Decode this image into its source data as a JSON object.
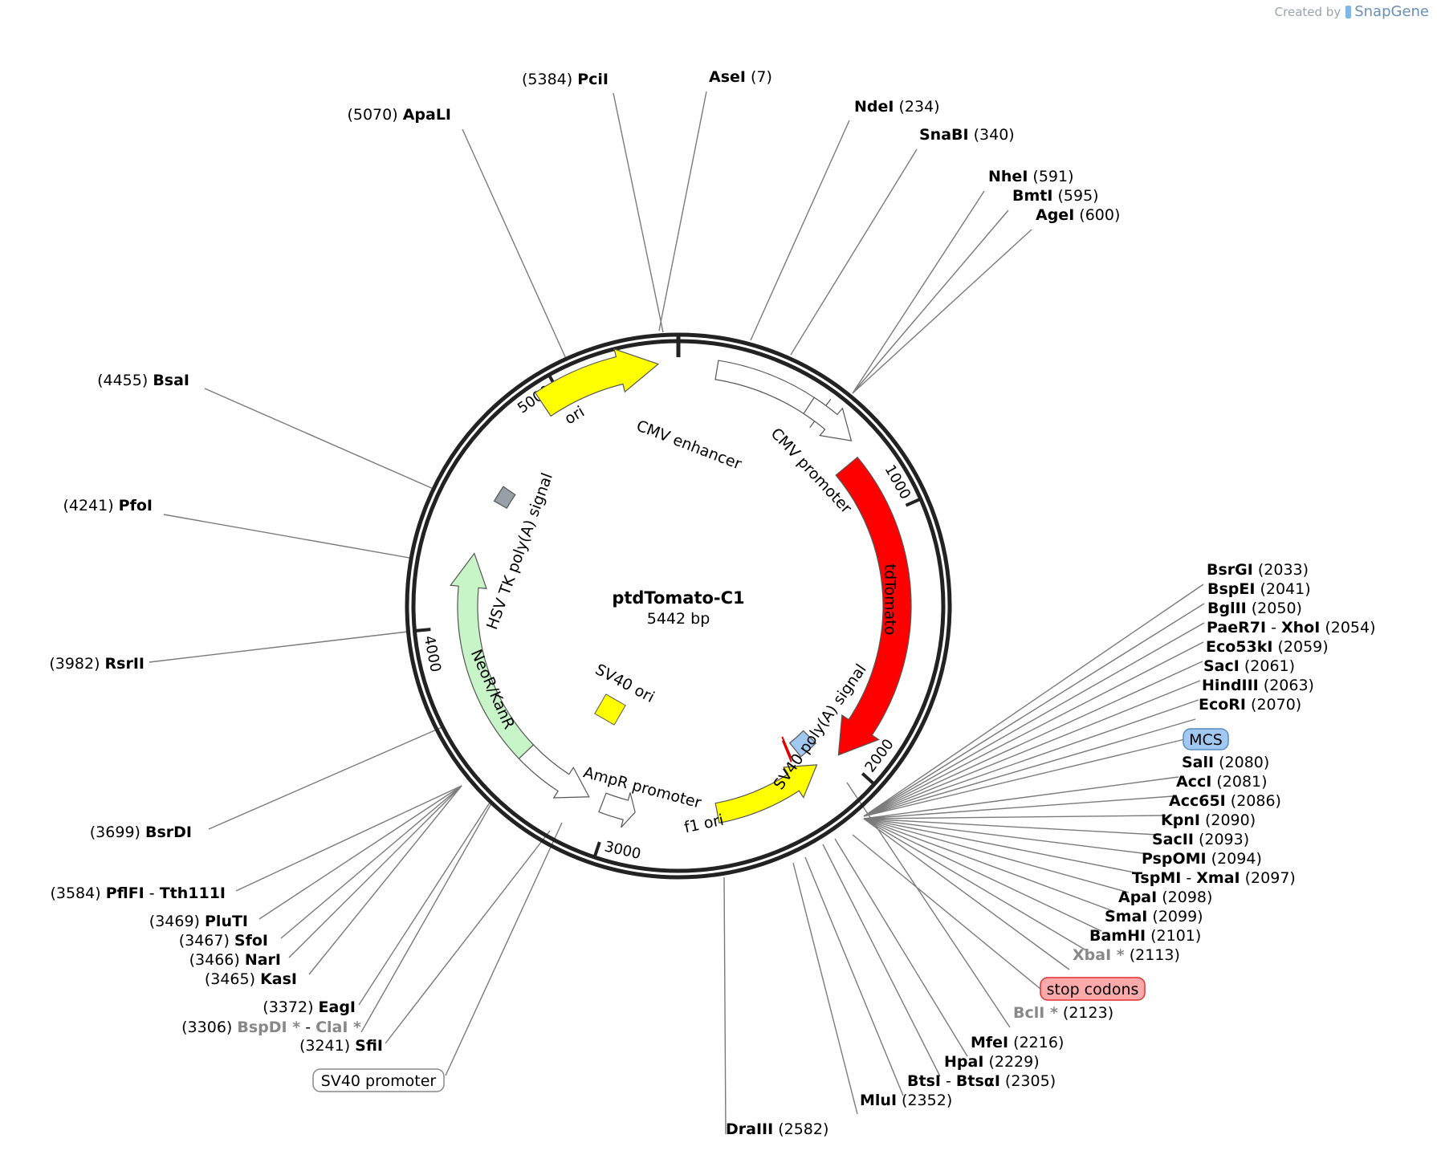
{
  "watermark": {
    "created_by": "Created by",
    "brand": "SnapGene"
  },
  "plasmid": {
    "name": "ptdTomato-C1",
    "size_label": "5442 bp",
    "length": 5442
  },
  "ticks": [
    1000,
    2000,
    3000,
    4000,
    5000
  ],
  "tick_labels": [
    "1000",
    "2000",
    "3000",
    "4000",
    "5000"
  ],
  "features": [
    {
      "label": "tdTomato",
      "color": "#ff0000",
      "type": "arrow"
    },
    {
      "label": "CMV enhancer",
      "color": "#ffffff",
      "type": "arrow"
    },
    {
      "label": "CMV promoter",
      "color": "#ffffff",
      "type": "arrow"
    },
    {
      "label": "SV40 poly(A) signal",
      "color": "#a0c8f0",
      "type": "box"
    },
    {
      "label": "f1 ori",
      "color": "#ffff00",
      "type": "arrow"
    },
    {
      "label": "AmpR promoter",
      "color": "#ffffff",
      "type": "arrow"
    },
    {
      "label": "SV40 ori",
      "color": "#ffff00",
      "type": "box"
    },
    {
      "label": "NeoR/KanR",
      "color": "#c8f5c8",
      "type": "arrow"
    },
    {
      "label": "HSV TK poly(A) signal",
      "color": "#999fa6",
      "type": "box"
    },
    {
      "label": "ori",
      "color": "#ffff00",
      "type": "arrow"
    }
  ],
  "site_labels": [
    {
      "name": "AseI",
      "pos": "(7)"
    },
    {
      "name": "NdeI",
      "pos": "(234)"
    },
    {
      "name": "SnaBI",
      "pos": "(340)"
    },
    {
      "name": "NheI",
      "pos": "(591)"
    },
    {
      "name": "BmtI",
      "pos": "(595)"
    },
    {
      "name": "AgeI",
      "pos": "(600)"
    },
    {
      "name": "BsrGI",
      "pos": "(2033)"
    },
    {
      "name": "BspEI",
      "pos": "(2041)"
    },
    {
      "name": "BglII",
      "pos": "(2050)"
    },
    {
      "name": "PaeR7I",
      "name2": "XhoI",
      "pos": "(2054)"
    },
    {
      "name": "Eco53kI",
      "pos": "(2059)"
    },
    {
      "name": "SacI",
      "pos": "(2061)"
    },
    {
      "name": "HindIII",
      "pos": "(2063)"
    },
    {
      "name": "EcoRI",
      "pos": "(2070)"
    },
    {
      "name": "SalI",
      "pos": "(2080)"
    },
    {
      "name": "AccI",
      "pos": "(2081)"
    },
    {
      "name": "Acc65I",
      "pos": "(2086)"
    },
    {
      "name": "KpnI",
      "pos": "(2090)"
    },
    {
      "name": "SacII",
      "pos": "(2093)"
    },
    {
      "name": "PspOMI",
      "pos": "(2094)"
    },
    {
      "name": "TspMI",
      "name2": "XmaI",
      "pos": "(2097)"
    },
    {
      "name": "ApaI",
      "pos": "(2098)"
    },
    {
      "name": "SmaI",
      "pos": "(2099)"
    },
    {
      "name": "BamHI",
      "pos": "(2101)"
    },
    {
      "name": "XbaI *",
      "pos": "(2113)",
      "grey": true
    },
    {
      "name": "BclI *",
      "pos": "(2123)",
      "grey": true
    },
    {
      "name": "MfeI",
      "pos": "(2216)"
    },
    {
      "name": "HpaI",
      "pos": "(2229)"
    },
    {
      "name": "BtsI",
      "name2": "BtsαI",
      "pos": "(2305)"
    },
    {
      "name": "MluI",
      "pos": "(2352)"
    },
    {
      "name": "DraIII",
      "pos": "(2582)"
    },
    {
      "name": "SfiI",
      "pos": "(3241)"
    },
    {
      "name": "BspDI *",
      "name2": "ClaI *",
      "pos": "(3306)",
      "grey": true
    },
    {
      "name": "EagI",
      "pos": "(3372)"
    },
    {
      "name": "KasI",
      "pos": "(3465)"
    },
    {
      "name": "NarI",
      "pos": "(3466)"
    },
    {
      "name": "SfoI",
      "pos": "(3467)"
    },
    {
      "name": "PluTI",
      "pos": "(3469)"
    },
    {
      "name": "PflFI",
      "name2": "Tth111I",
      "pos": "(3584)"
    },
    {
      "name": "BsrDI",
      "pos": "(3699)"
    },
    {
      "name": "RsrII",
      "pos": "(3982)"
    },
    {
      "name": "PfoI",
      "pos": "(4241)"
    },
    {
      "name": "BsaI",
      "pos": "(4455)"
    },
    {
      "name": "ApaLI",
      "pos": "(5070)"
    },
    {
      "name": "PciI",
      "pos": "(5384)"
    }
  ],
  "boxed_labels": [
    {
      "text": "MCS",
      "fill": "#a0c8f0",
      "stroke": "#5a8cc0"
    },
    {
      "text": "stop codons",
      "fill": "#ffaaaa",
      "stroke": "#e03030"
    },
    {
      "text": "SV40 promoter",
      "fill": "#ffffff",
      "stroke": "#888888"
    }
  ]
}
